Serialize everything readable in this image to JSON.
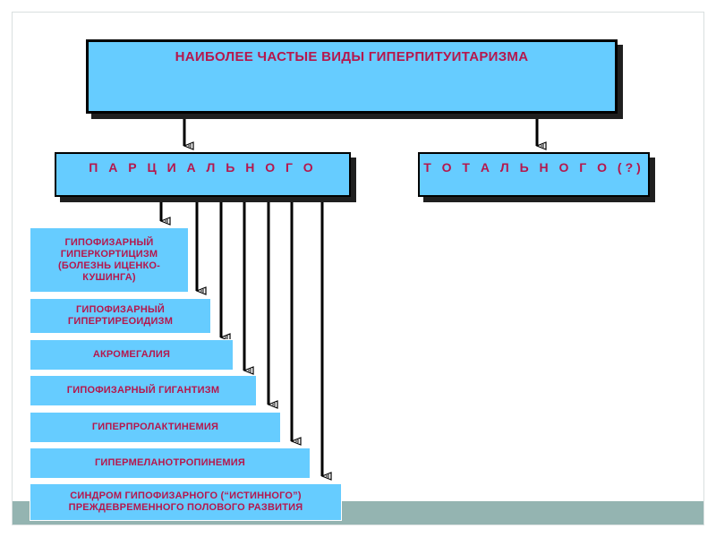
{
  "title": "НАИБОЛЕЕ  ЧАСТЫЕ  ВИДЫ ГИПЕРПИТУИТАРИЗМА",
  "categories": {
    "partial": "П А Р Ц И А Л Ь Н О Г О",
    "total": "Т О Т А Л Ь Н О Г О  (?)"
  },
  "items": [
    "ГИПОФИЗАРНЫЙ ГИПЕРКОРТИЦИЗМ (БОЛЕЗНЬ ИЦЕНКО-КУШИНГА)",
    "ГИПОФИЗАРНЫЙ ГИПЕРТИРЕОИДИЗМ",
    "АКРОМЕГАЛИЯ",
    "ГИПОФИЗАРНЫЙ  ГИГАНТИЗМ",
    "ГИПЕРПРОЛАКТИНЕМИЯ",
    "ГИПЕРМЕЛАНОТРОПИНЕМИЯ",
    "СИНДРОМ  ГИПОФИЗАРНОГО  (“ИСТИННОГО”) ПРЕЖДЕВРЕМЕННОГО  ПОЛОВОГО  РАЗВИТИЯ"
  ],
  "colors": {
    "box_fill": "#66ccff",
    "text": "#b5174d",
    "footer": "#94b4b1"
  }
}
